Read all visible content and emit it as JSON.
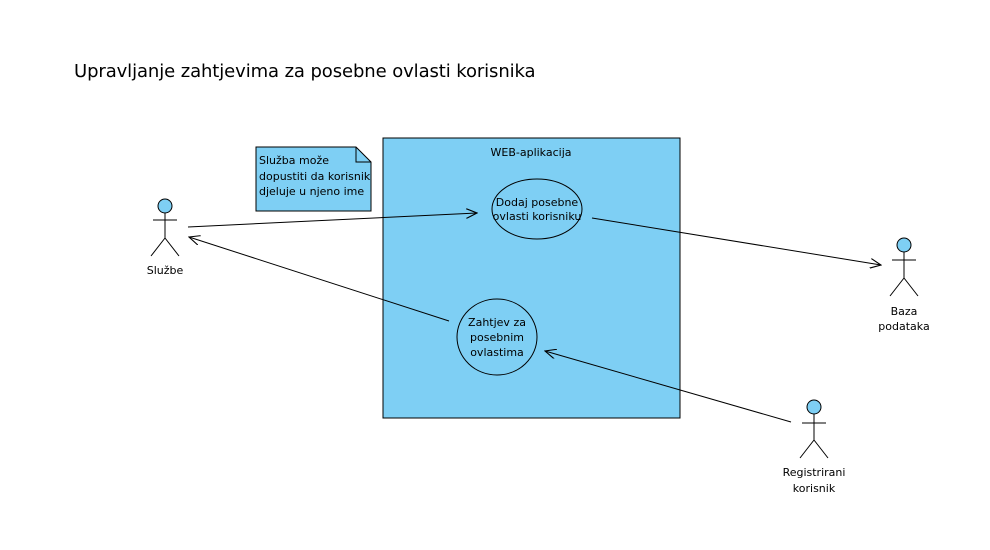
{
  "title": "Upravljanje zahtjevima za posebne ovlasti korisnika",
  "system": {
    "label": "WEB-aplikacija"
  },
  "note": {
    "lines": [
      "Služba može",
      "dopustiti da korisnik",
      "djeluje u njeno ime"
    ]
  },
  "use_cases": {
    "add": {
      "lines": [
        "Dodaj posebne",
        "ovlasti korisniku"
      ]
    },
    "request": {
      "lines": [
        "Zahtjev za",
        "posebnim",
        "ovlastima"
      ]
    }
  },
  "actors": {
    "sluzbe": {
      "label": "Službe"
    },
    "baza": {
      "lines": [
        "Baza",
        "podataka"
      ]
    },
    "registrirani": {
      "lines": [
        "Registrirani",
        "korisnik"
      ]
    }
  },
  "colors": {
    "fill": "#7ecff4",
    "stroke": "#000000",
    "line": "#000000"
  }
}
